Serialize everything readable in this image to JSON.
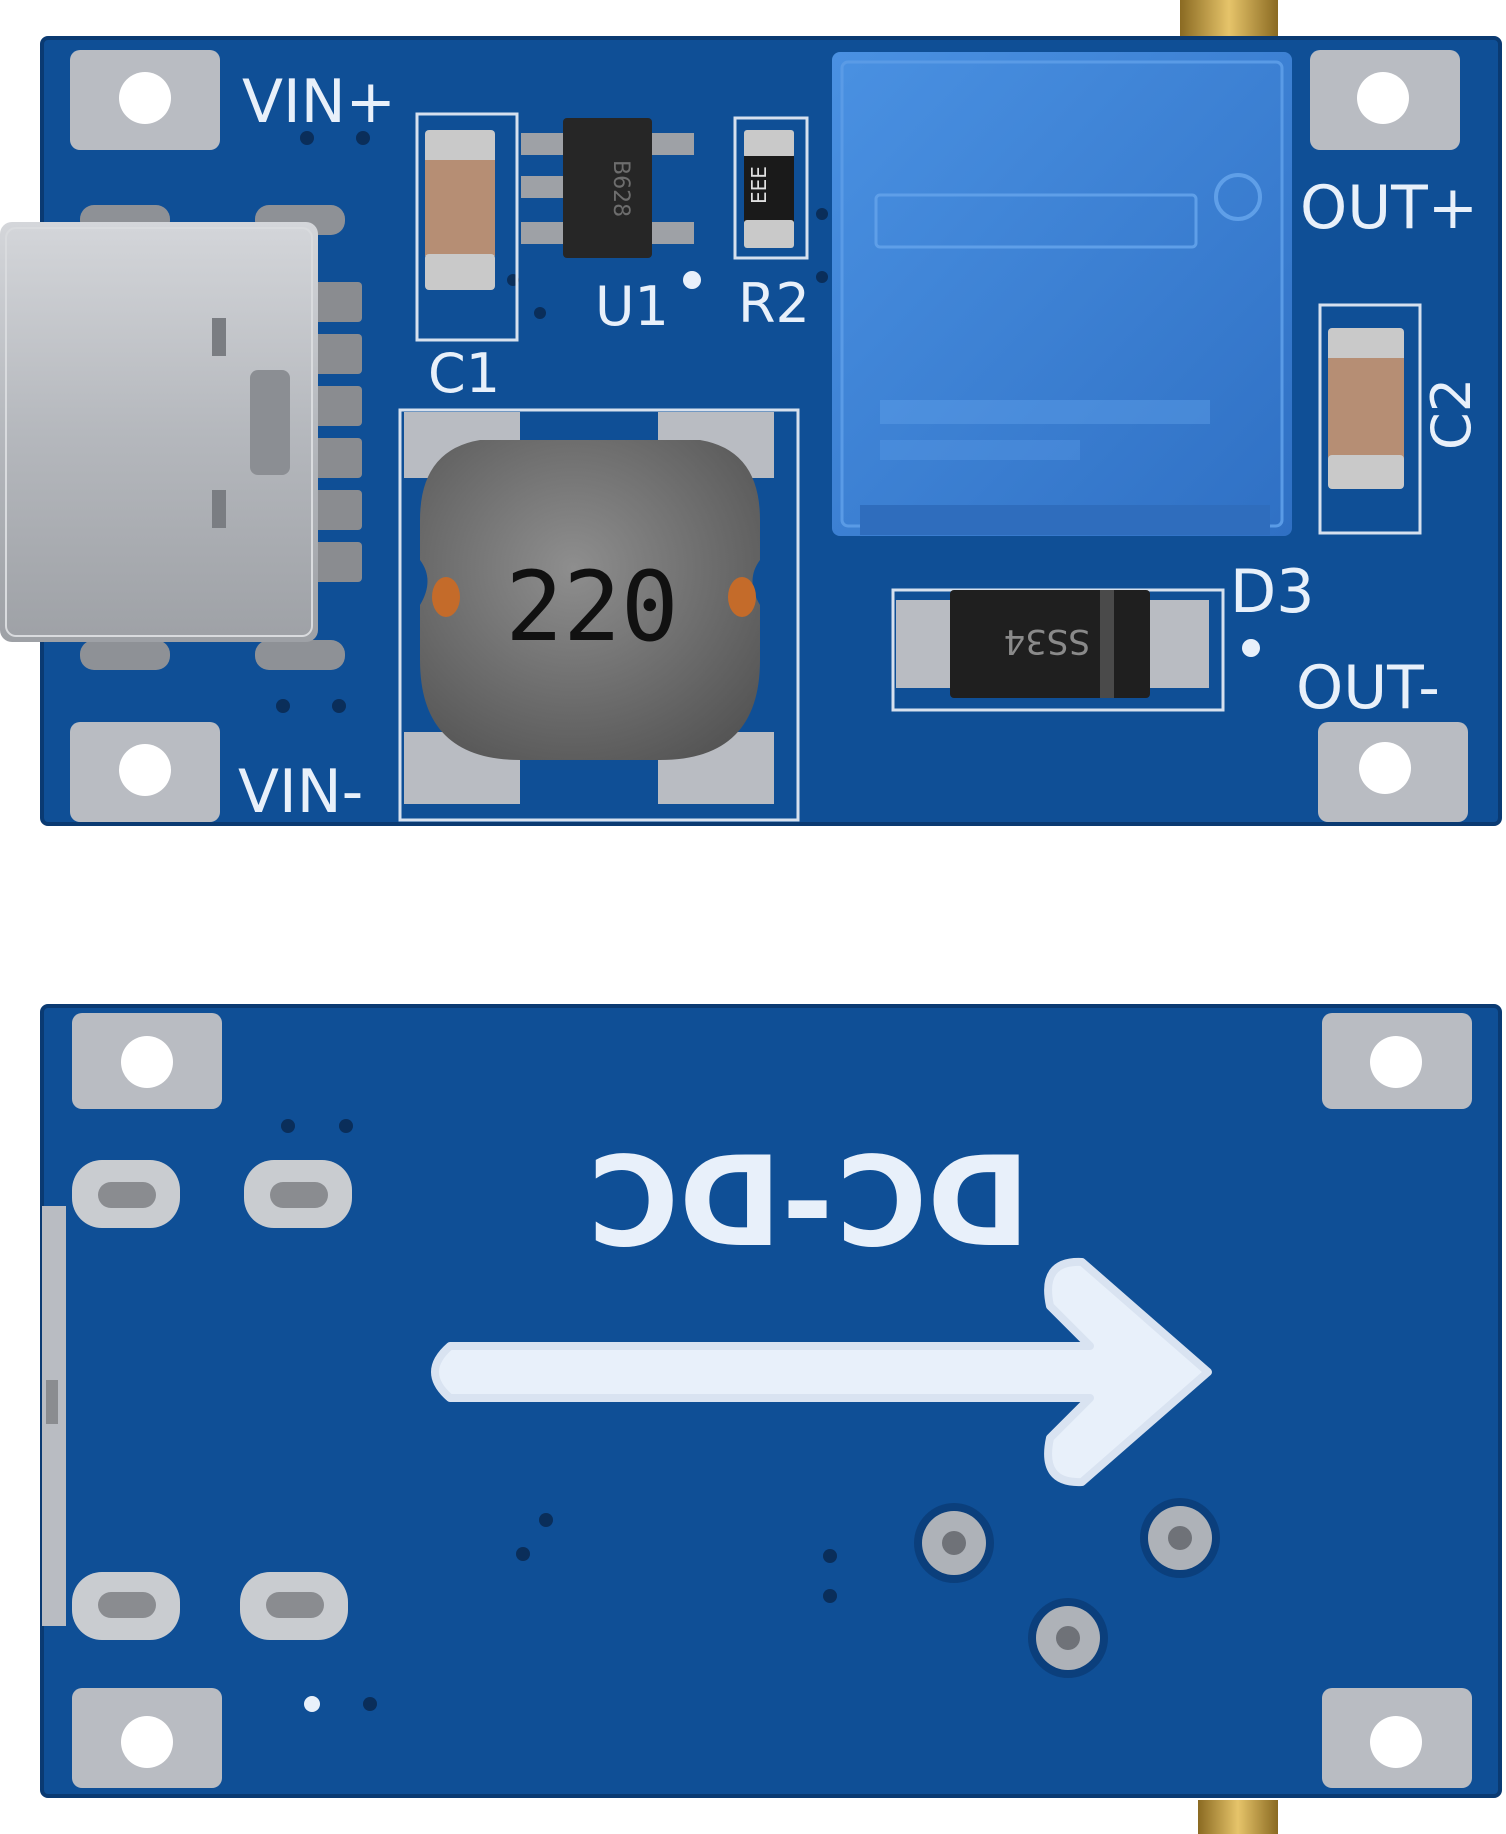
{
  "top_board": {
    "silkscreen": {
      "vin_plus": "VIN+",
      "vin_minus": "VIN-",
      "out_plus": "OUT+",
      "out_minus": "OUT-",
      "c1": "C1",
      "c2": "C2",
      "u1": "U1",
      "r2": "R2",
      "d3": "D3"
    },
    "inductor_marking": "220",
    "diode_marking": "SS34",
    "resistor_marking": "EEE",
    "chip_marking": "B628"
  },
  "bottom_board": {
    "silkscreen": {
      "dc_dc": "DC-DC"
    }
  },
  "colors": {
    "pcb": "#0f4f96",
    "pcb_dark": "#0b3f7c",
    "pad": "#b9bcc2",
    "pot": "#3d83d6",
    "silk": "#e8f0fa"
  }
}
